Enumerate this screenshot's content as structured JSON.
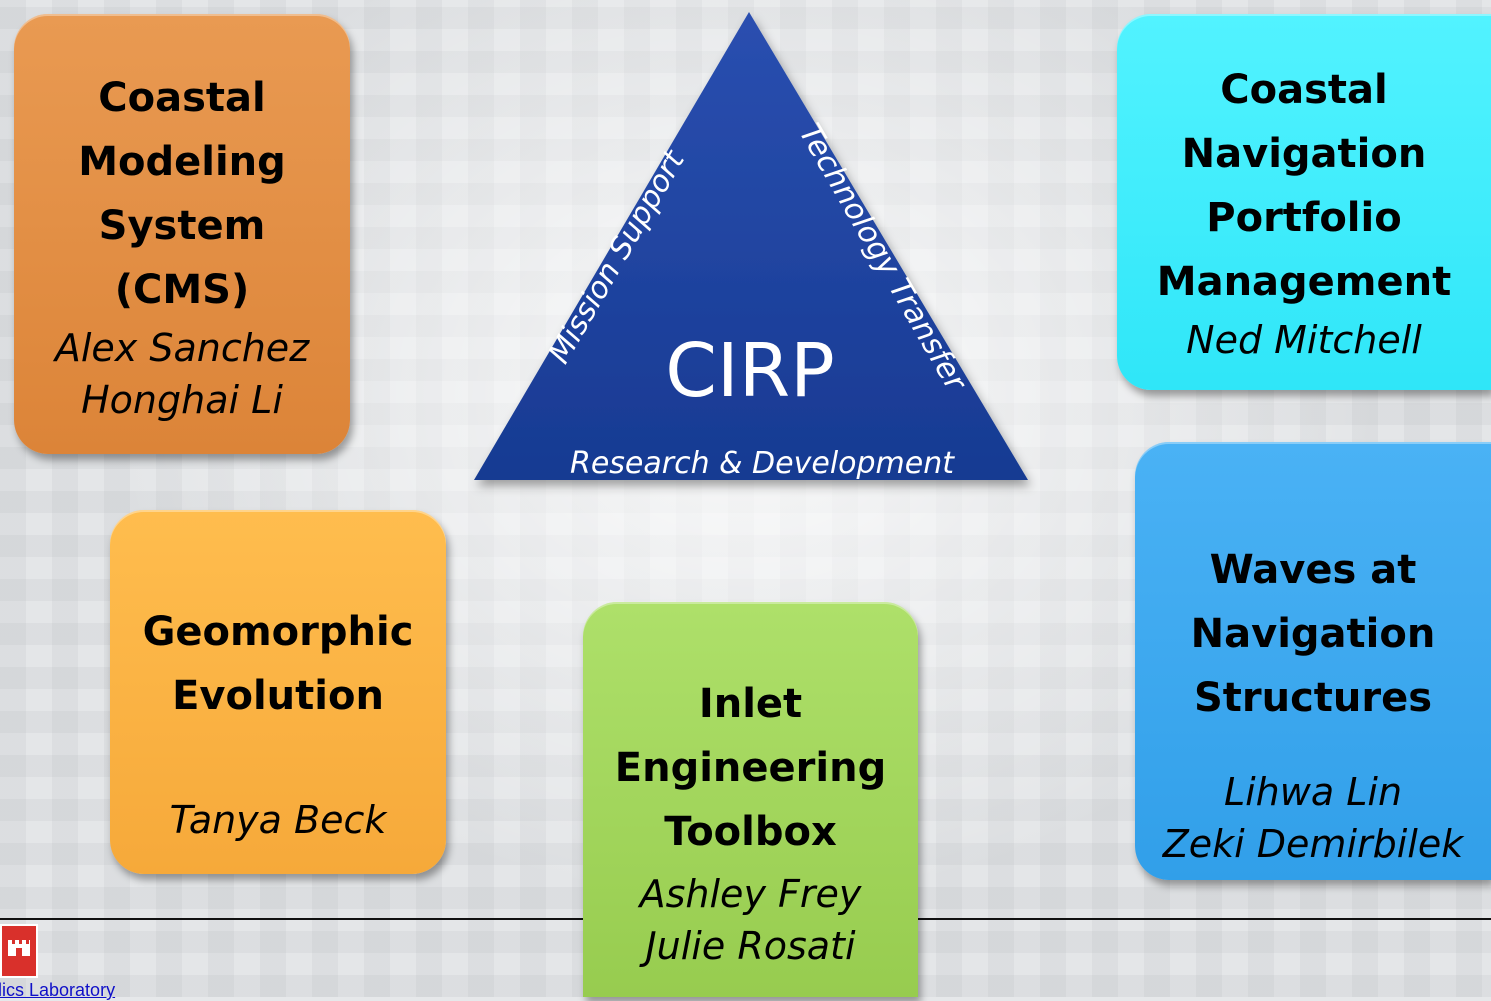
{
  "center": {
    "label": "CIRP",
    "left_edge": "Mission Support",
    "right_edge": "Technology Transfer",
    "bottom_edge": "Research & Development",
    "color": "#1e3f9a"
  },
  "cards": {
    "cms": {
      "title": "Coastal\nModeling\nSystem\n(CMS)",
      "people": "Alex Sanchez\nHonghai Li",
      "color": "#e08a3e"
    },
    "geomorphic": {
      "title": "Geomorphic\nEvolution",
      "people": "Tanya Beck",
      "color": "#ffb040"
    },
    "inlet": {
      "title": "Inlet\nEngineering\nToolbox",
      "people": "Ashley Frey\nJulie Rosati",
      "color": "#a2d65a"
    },
    "portfolio": {
      "title": "Coastal\nNavigation\nPortfolio\nManagement",
      "people": "Ned Mitchell",
      "color": "#3feaf9"
    },
    "waves": {
      "title": "Waves at\nNavigation\nStructures",
      "people": "Lihwa Lin\nZeki Demirbilek",
      "color": "#3aa8ee"
    }
  },
  "footer": {
    "text": "ulics Laboratory",
    "logo_icon": "castle-icon"
  }
}
